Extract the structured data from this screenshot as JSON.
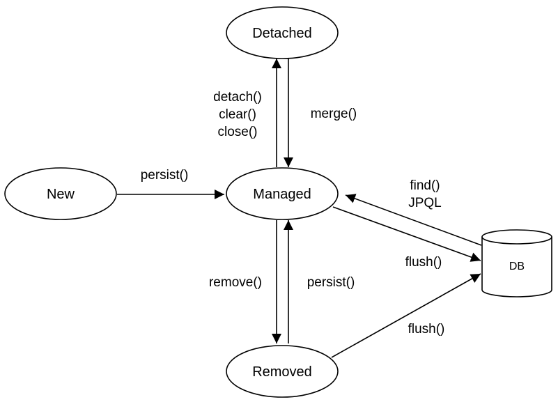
{
  "states": {
    "detached": "Detached",
    "new": "New",
    "managed": "Managed",
    "removed": "Removed",
    "db": "DB"
  },
  "transitions": {
    "managed_to_detached": [
      "detach()",
      "clear()",
      "close()"
    ],
    "detached_to_managed": "merge()",
    "new_to_managed": "persist()",
    "db_to_managed": [
      "find()",
      "JPQL"
    ],
    "managed_to_db": "flush()",
    "managed_to_removed": "remove()",
    "removed_to_managed": "persist()",
    "removed_to_db": "flush()"
  }
}
